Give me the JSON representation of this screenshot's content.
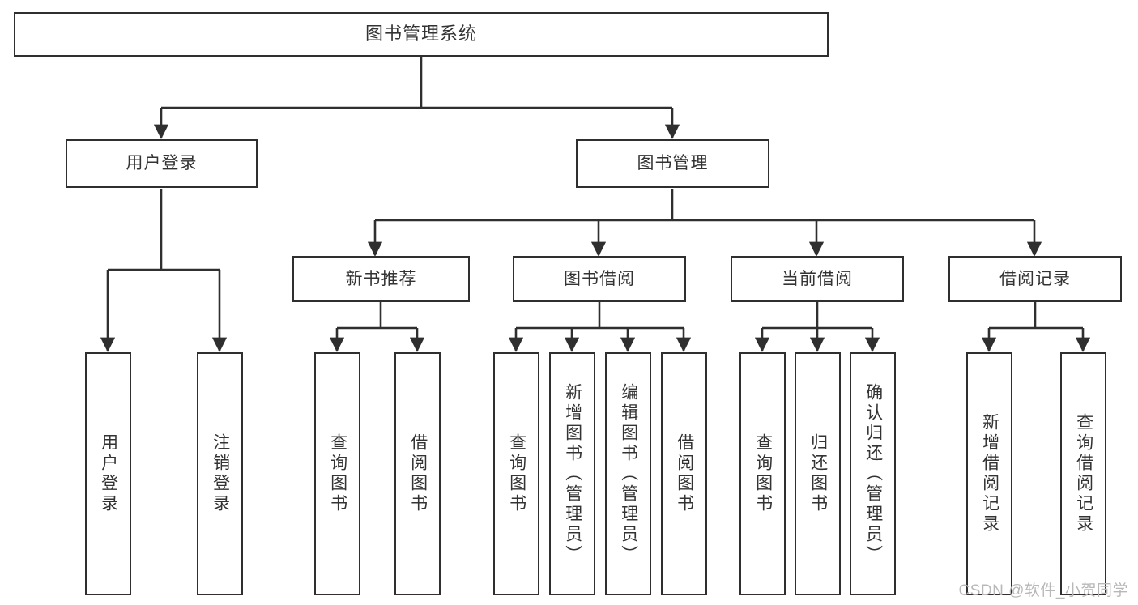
{
  "diagram": {
    "title": "图书管理系统",
    "type": "tree-hierarchy-diagram",
    "colors": {
      "stroke": "#2f2f2f",
      "text": "#333333",
      "background": "#ffffff",
      "watermark": "#b8b8b8"
    },
    "root": {
      "label": "图书管理系统"
    },
    "level2": [
      {
        "label": "用户登录"
      },
      {
        "label": "图书管理"
      }
    ],
    "level3": [
      {
        "label": "新书推荐"
      },
      {
        "label": "图书借阅"
      },
      {
        "label": "当前借阅"
      },
      {
        "label": "借阅记录"
      }
    ],
    "leaves": {
      "user_login": [
        {
          "label": "用户登录"
        },
        {
          "label": "注销登录"
        }
      ],
      "new_book_recommend": [
        {
          "label": "查询图书"
        },
        {
          "label": "借阅图书"
        }
      ],
      "book_borrow": [
        {
          "label": "查询图书"
        },
        {
          "label": "新增图书（管理员）"
        },
        {
          "label": "编辑图书（管理员）"
        },
        {
          "label": "借阅图书"
        }
      ],
      "current_borrow": [
        {
          "label": "查询图书"
        },
        {
          "label": "归还图书"
        },
        {
          "label": "确认归还（管理员）"
        }
      ],
      "borrow_record": [
        {
          "label": "新增借阅记录"
        },
        {
          "label": "查询借阅记录"
        }
      ]
    }
  },
  "watermark": {
    "text": "CSDN @软件_小贺同学"
  }
}
